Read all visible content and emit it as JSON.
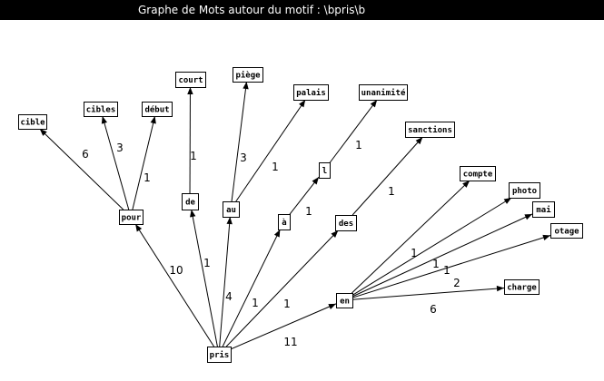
{
  "title": "Graphe de Mots autour du motif : \\bpris\\b",
  "nodes": [
    {
      "id": "pris",
      "label": "pris"
    },
    {
      "id": "pour",
      "label": "pour"
    },
    {
      "id": "cible",
      "label": "cible"
    },
    {
      "id": "cibles",
      "label": "cibles"
    },
    {
      "id": "debut",
      "label": "début"
    },
    {
      "id": "de",
      "label": "de"
    },
    {
      "id": "court",
      "label": "court"
    },
    {
      "id": "au",
      "label": "au"
    },
    {
      "id": "piege",
      "label": "piège"
    },
    {
      "id": "palais",
      "label": "palais"
    },
    {
      "id": "a",
      "label": "à"
    },
    {
      "id": "l",
      "label": "l"
    },
    {
      "id": "unanimite",
      "label": "unanimité"
    },
    {
      "id": "des",
      "label": "des"
    },
    {
      "id": "sanctions",
      "label": "sanctions"
    },
    {
      "id": "en",
      "label": "en"
    },
    {
      "id": "compte",
      "label": "compte"
    },
    {
      "id": "photo",
      "label": "photo"
    },
    {
      "id": "mai",
      "label": "mai"
    },
    {
      "id": "otage",
      "label": "otage"
    },
    {
      "id": "charge",
      "label": "charge"
    }
  ],
  "edges": [
    {
      "from": "pris",
      "to": "pour",
      "weight": "10"
    },
    {
      "from": "pris",
      "to": "de",
      "weight": "1"
    },
    {
      "from": "pris",
      "to": "au",
      "weight": "4"
    },
    {
      "from": "pris",
      "to": "a",
      "weight": "1"
    },
    {
      "from": "pris",
      "to": "des",
      "weight": "1"
    },
    {
      "from": "pris",
      "to": "en",
      "weight": "11"
    },
    {
      "from": "pour",
      "to": "cible",
      "weight": "6"
    },
    {
      "from": "pour",
      "to": "cibles",
      "weight": "3"
    },
    {
      "from": "pour",
      "to": "debut",
      "weight": "1"
    },
    {
      "from": "de",
      "to": "court",
      "weight": "1"
    },
    {
      "from": "au",
      "to": "piege",
      "weight": "3"
    },
    {
      "from": "au",
      "to": "palais",
      "weight": "1"
    },
    {
      "from": "a",
      "to": "l",
      "weight": "1"
    },
    {
      "from": "l",
      "to": "unanimite",
      "weight": "1"
    },
    {
      "from": "des",
      "to": "sanctions",
      "weight": "1"
    },
    {
      "from": "en",
      "to": "compte",
      "weight": "1"
    },
    {
      "from": "en",
      "to": "photo",
      "weight": "1"
    },
    {
      "from": "en",
      "to": "mai",
      "weight": "1"
    },
    {
      "from": "en",
      "to": "otage",
      "weight": "2"
    },
    {
      "from": "en",
      "to": "charge",
      "weight": "6"
    }
  ]
}
